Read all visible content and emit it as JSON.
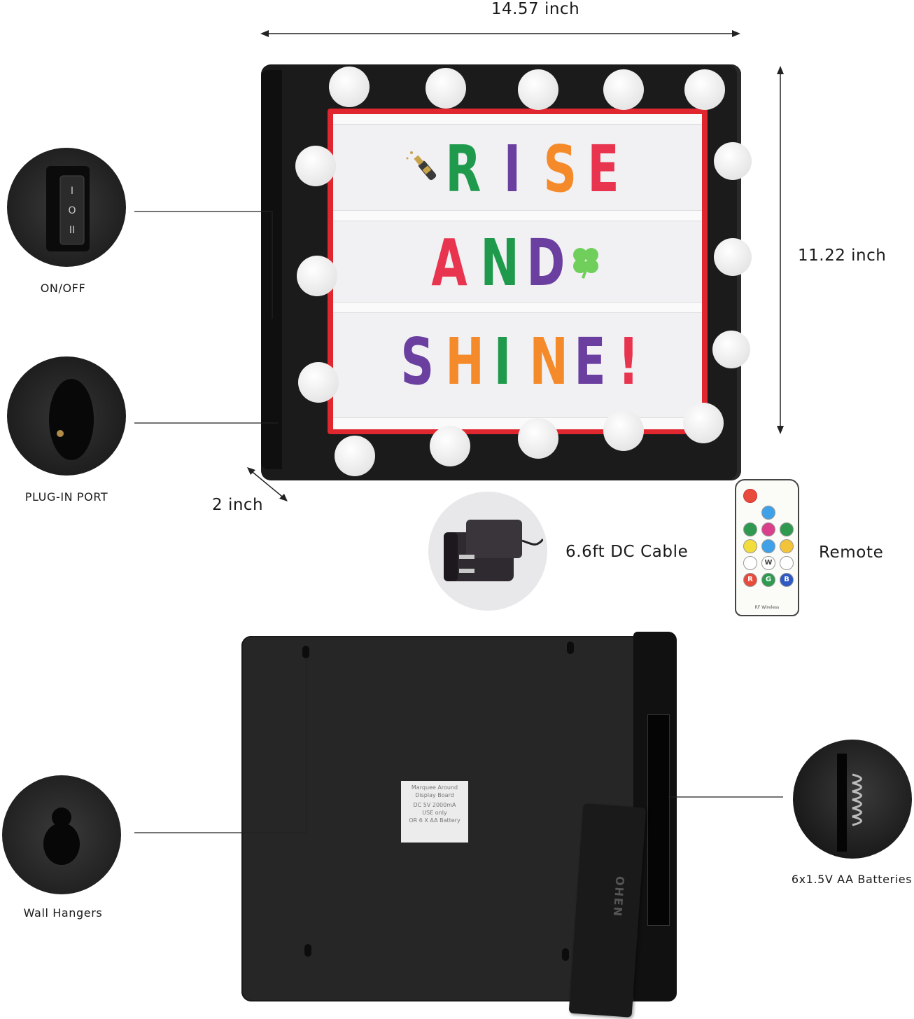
{
  "dimensions": {
    "width": "14.57 inch",
    "height": "11.22 inch",
    "depth": "2 inch"
  },
  "callouts": {
    "switch": "ON/OFF",
    "port": "PLUG-IN PORT",
    "hangers": "Wall Hangers",
    "batteries": "6x1.5V AA Batteries"
  },
  "accessories": {
    "cable": "6.6ft DC Cable",
    "remote": "Remote",
    "remote_brand": "RF Wireless"
  },
  "board_message": {
    "row1": [
      "R",
      "I",
      "S",
      "E"
    ],
    "row2": [
      "A",
      "N",
      "D"
    ],
    "row3": [
      "S",
      "H",
      "I",
      "N",
      "E",
      "!"
    ]
  },
  "back_label": {
    "line1": "Marquee Around",
    "line2": "Display Board",
    "line3": "DC 5V 2000mA",
    "line4": "USE only",
    "line5": "OR 6 X AA Battery"
  },
  "battery_cover_text": "OHEN",
  "remote_buttons": [
    "R",
    "G",
    "B",
    "W"
  ],
  "switch_marks": [
    "I",
    "O",
    "II"
  ],
  "colors": {
    "frame": "#1c1c1c",
    "border_red": "#e0262e",
    "green": "#1f9a4c",
    "purple": "#6b3fa0",
    "orange": "#f58a2a",
    "red": "#e8344e",
    "bulb": "#f7f7f7"
  },
  "icons": [
    "switch-icon",
    "dc-port-icon",
    "keyhole-icon",
    "battery-spring-icon",
    "power-adapter-icon",
    "remote-control-icon",
    "clover-icon",
    "champagne-icon"
  ]
}
